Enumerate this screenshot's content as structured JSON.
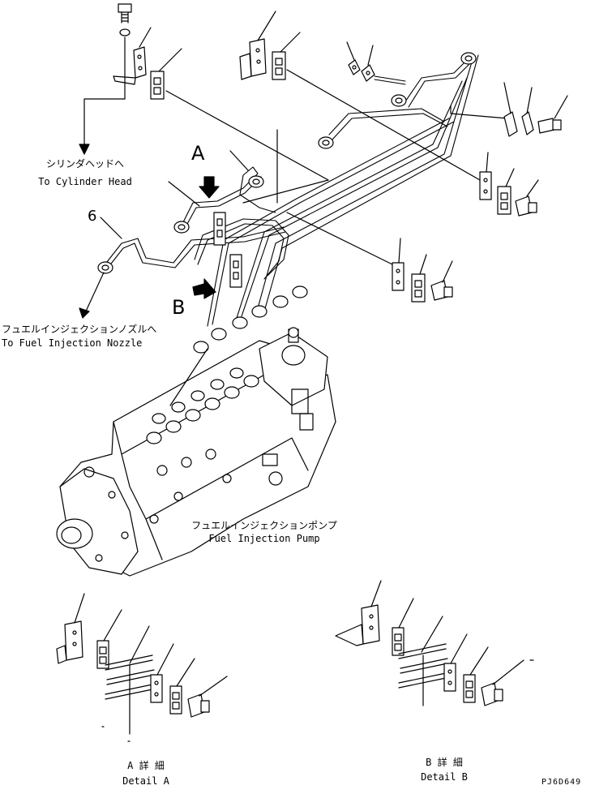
{
  "callouts": {
    "view_a_letter": "A",
    "view_b_letter": "B",
    "item_number": "6"
  },
  "notes": {
    "cylinder_head_jp": "シリンダヘッドへ",
    "cylinder_head_en": "To Cylinder Head",
    "nozzle_jp": "フュエルインジェクションノズルへ",
    "nozzle_en": "To Fuel Injection Nozzle",
    "pump_jp": "フュエルインジェクションポンプ",
    "pump_en": "Fuel Injection Pump"
  },
  "details": {
    "a_jp": "A 詳 細",
    "a_en": "Detail A",
    "b_jp": "B 詳 細",
    "b_en": "Detail B"
  },
  "drawing_code": "PJ6D649"
}
